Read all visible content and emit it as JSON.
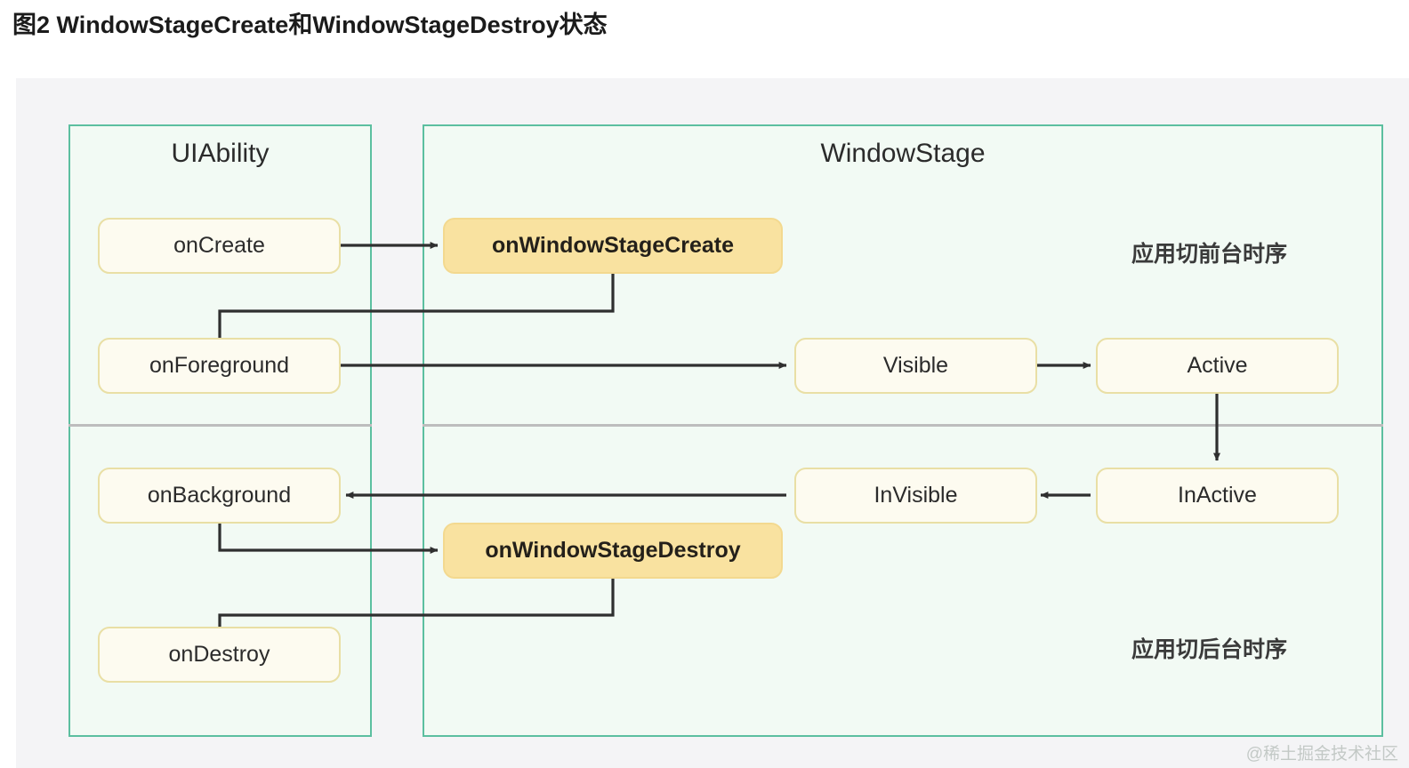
{
  "figure": {
    "title": "图2 WindowStageCreate和WindowStageDestroy状态"
  },
  "watermark": "@稀土掘金技术社区",
  "panels": {
    "uiability": {
      "title": "UIAbility"
    },
    "windowstage": {
      "title": "WindowStage"
    }
  },
  "captions": {
    "foreground_sequence": "应用切前台时序",
    "background_sequence": "应用切后台时序"
  },
  "nodes": {
    "on_create": "onCreate",
    "on_foreground": "onForeground",
    "on_background": "onBackground",
    "on_destroy": "onDestroy",
    "on_window_stage_create": "onWindowStageCreate",
    "on_window_stage_destroy": "onWindowStageDestroy",
    "visible": "Visible",
    "active": "Active",
    "invisible": "InVisible",
    "inactive": "InActive"
  },
  "colors": {
    "page_background": "#ffffff",
    "canvas_background": "#f4f4f6",
    "panel_fill": "#f2faf4",
    "panel_border": "#5cbfa0",
    "node_plain_fill": "#fdfbf0",
    "node_plain_border": "#e9dfa5",
    "node_accent_fill": "#f9e2a0",
    "node_accent_border": "#f3d98f",
    "connector": "#2f2f2f",
    "divider": "#bdbdbd",
    "watermark": "#c3c9c6"
  },
  "chart_data": {
    "type": "diagram",
    "title": "图2 WindowStageCreate和WindowStageDestroy状态",
    "diagram_kind": "state-lifecycle-flow",
    "groups": [
      {
        "name": "UIAbility",
        "nodes": [
          "onCreate",
          "onForeground",
          "onBackground",
          "onDestroy"
        ]
      },
      {
        "name": "WindowStage",
        "nodes": [
          "onWindowStageCreate",
          "Visible",
          "Active",
          "InVisible",
          "InActive",
          "onWindowStageDestroy"
        ]
      }
    ],
    "sections": [
      {
        "label": "应用切前台时序",
        "position": "top"
      },
      {
        "label": "应用切后台时序",
        "position": "bottom"
      }
    ],
    "edges": [
      {
        "from": "onCreate",
        "to": "onWindowStageCreate",
        "style": "orthogonal"
      },
      {
        "from": "onWindowStageCreate",
        "to": "onForeground",
        "style": "orthogonal"
      },
      {
        "from": "onForeground",
        "to": "Visible",
        "style": "orthogonal"
      },
      {
        "from": "Visible",
        "to": "Active",
        "style": "straight"
      },
      {
        "from": "Active",
        "to": "InActive",
        "style": "straight"
      },
      {
        "from": "InActive",
        "to": "InVisible",
        "style": "straight"
      },
      {
        "from": "InVisible",
        "to": "onBackground",
        "style": "orthogonal"
      },
      {
        "from": "onBackground",
        "to": "onWindowStageDestroy",
        "style": "orthogonal"
      },
      {
        "from": "onWindowStageDestroy",
        "to": "onDestroy",
        "style": "orthogonal"
      }
    ]
  }
}
